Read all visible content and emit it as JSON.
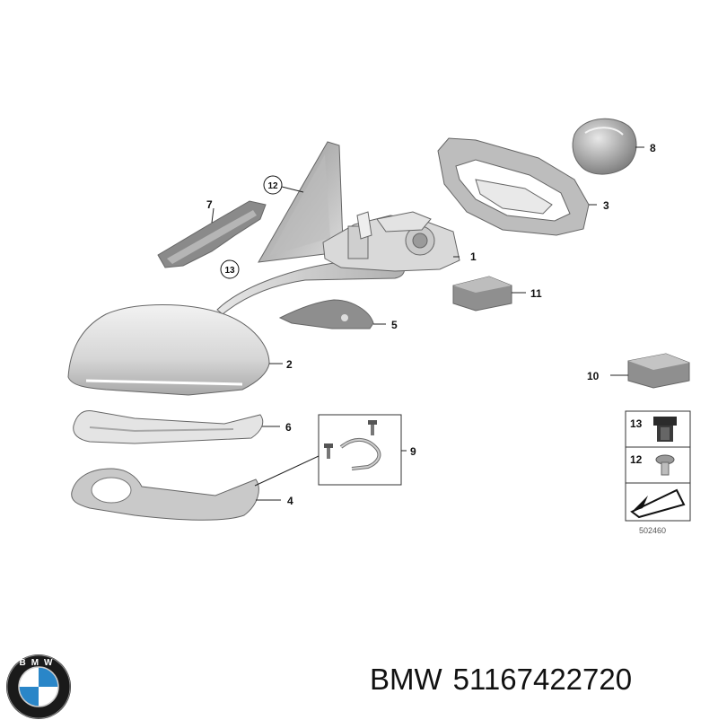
{
  "callouts": {
    "n1": "1",
    "n2": "2",
    "n3": "3",
    "n4": "4",
    "n5": "5",
    "n6": "6",
    "n7": "7",
    "n8": "8",
    "n9": "9",
    "n10": "10",
    "n11": "11",
    "n12": "12",
    "n13": "13"
  },
  "legend": {
    "item13": "13",
    "item12": "12"
  },
  "diagram_code": "502460",
  "footer": {
    "brand": "BMW",
    "part_number": "51167422720"
  },
  "logo": {
    "letters": "BMW",
    "colors": {
      "ring": "#1a1a1a",
      "blue": "#2a86c8",
      "white": "#ffffff"
    }
  }
}
